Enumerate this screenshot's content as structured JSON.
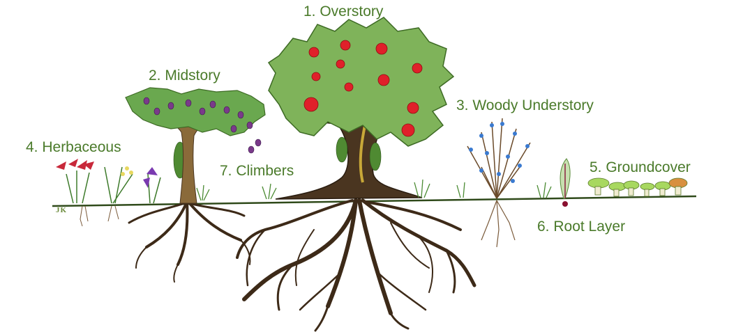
{
  "labels": {
    "overstory": "1. Overstory",
    "midstory": "2. Midstory",
    "woody_understory": "3. Woody Understory",
    "herbaceous": "4. Herbaceous",
    "groundcover": "5.  Groundcover",
    "root_layer": "6.  Root Layer",
    "climbers": "7.  Climbers"
  },
  "signature": "JK",
  "colors": {
    "label_green": "#4a7a2a",
    "soil_line": "#2f4a1a",
    "root_brown": "#4a3520",
    "canopy_green": "#6aa84f",
    "apple_red": "#e0202a",
    "plum_purple": "#7a3a8a"
  },
  "icons": {
    "overstory": "apple-tree-icon",
    "midstory": "plum-tree-icon",
    "understory": "berry-shrub-icon",
    "herbaceous": "flower-icon",
    "groundcover": "mushroom-icon",
    "root": "beet-root-icon",
    "climber": "vine-icon"
  }
}
